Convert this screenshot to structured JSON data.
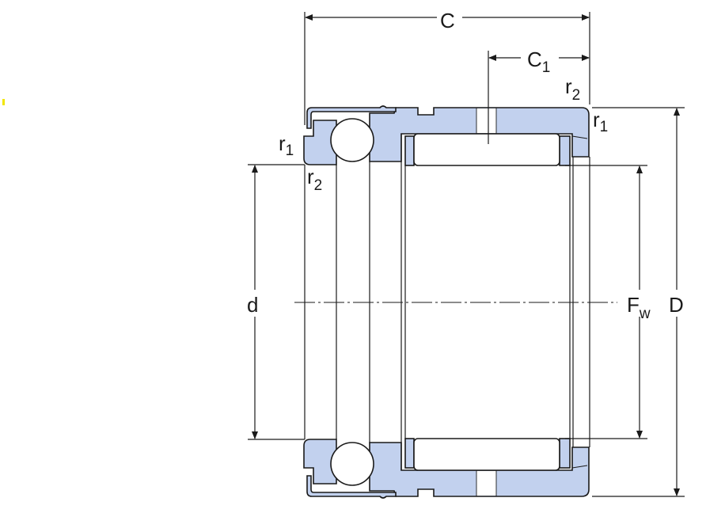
{
  "colors": {
    "fill": "#c2d1ee",
    "stroke": "#1a1a1a",
    "marker": "#f2e600"
  },
  "labels": {
    "C": "C",
    "C1_main": "C",
    "C1_sub": "1",
    "d": "d",
    "Fw_main": "F",
    "Fw_sub": "w",
    "D": "D",
    "r1_left_main": "r",
    "r1_left_sub": "1",
    "r2_left_main": "r",
    "r2_left_sub": "2",
    "r2_right_main": "r",
    "r2_right_sub": "2",
    "r1_right_main": "r",
    "r1_right_sub": "1"
  }
}
